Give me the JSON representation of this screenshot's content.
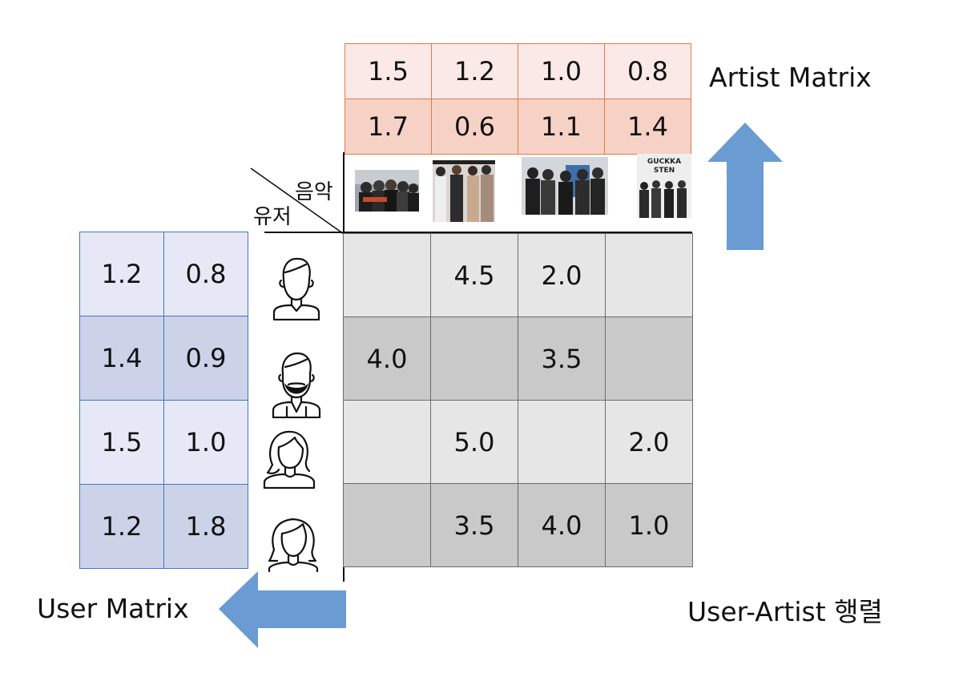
{
  "labels": {
    "artist_matrix": "Artist Matrix",
    "user_matrix": "User Matrix",
    "user_artist_matrix": "User-Artist 행렬",
    "header_music": "음악",
    "header_user": "유저"
  },
  "artist_matrix": {
    "rows": [
      [
        "1.5",
        "1.2",
        "1.0",
        "0.8"
      ],
      [
        "1.7",
        "0.6",
        "1.1",
        "1.4"
      ]
    ]
  },
  "user_matrix": {
    "rows": [
      [
        "1.2",
        "0.8"
      ],
      [
        "1.4",
        "0.9"
      ],
      [
        "1.5",
        "1.0"
      ],
      [
        "1.2",
        "1.8"
      ]
    ]
  },
  "rating_matrix": {
    "rows": [
      [
        "",
        "4.5",
        "2.0",
        ""
      ],
      [
        "4.0",
        "",
        "3.5",
        ""
      ],
      [
        "",
        "5.0",
        "",
        "2.0"
      ],
      [
        "",
        "3.5",
        "4.0",
        "1.0"
      ]
    ]
  },
  "artist_photos": [
    {
      "icon": "band-photo-1"
    },
    {
      "icon": "band-photo-2"
    },
    {
      "icon": "band-photo-3"
    },
    {
      "icon": "band-photo-4",
      "logo_text": "GUCKKASTEN"
    }
  ],
  "user_icons": [
    "man-short-hair-icon",
    "man-beard-icon",
    "woman-long-hair-icon",
    "woman-bob-hair-icon"
  ],
  "colors": {
    "artist_row1": "#fbe9e7",
    "artist_row2": "#f6d2c6",
    "artist_border": "#e07b45",
    "user_row_light": "#e6e9f5",
    "user_row_dark": "#ccd3e8",
    "user_border": "#4472c4",
    "rating_light": "#e6e6e6",
    "rating_dark": "#c9c9c9",
    "arrow": "#6a9bd2"
  }
}
